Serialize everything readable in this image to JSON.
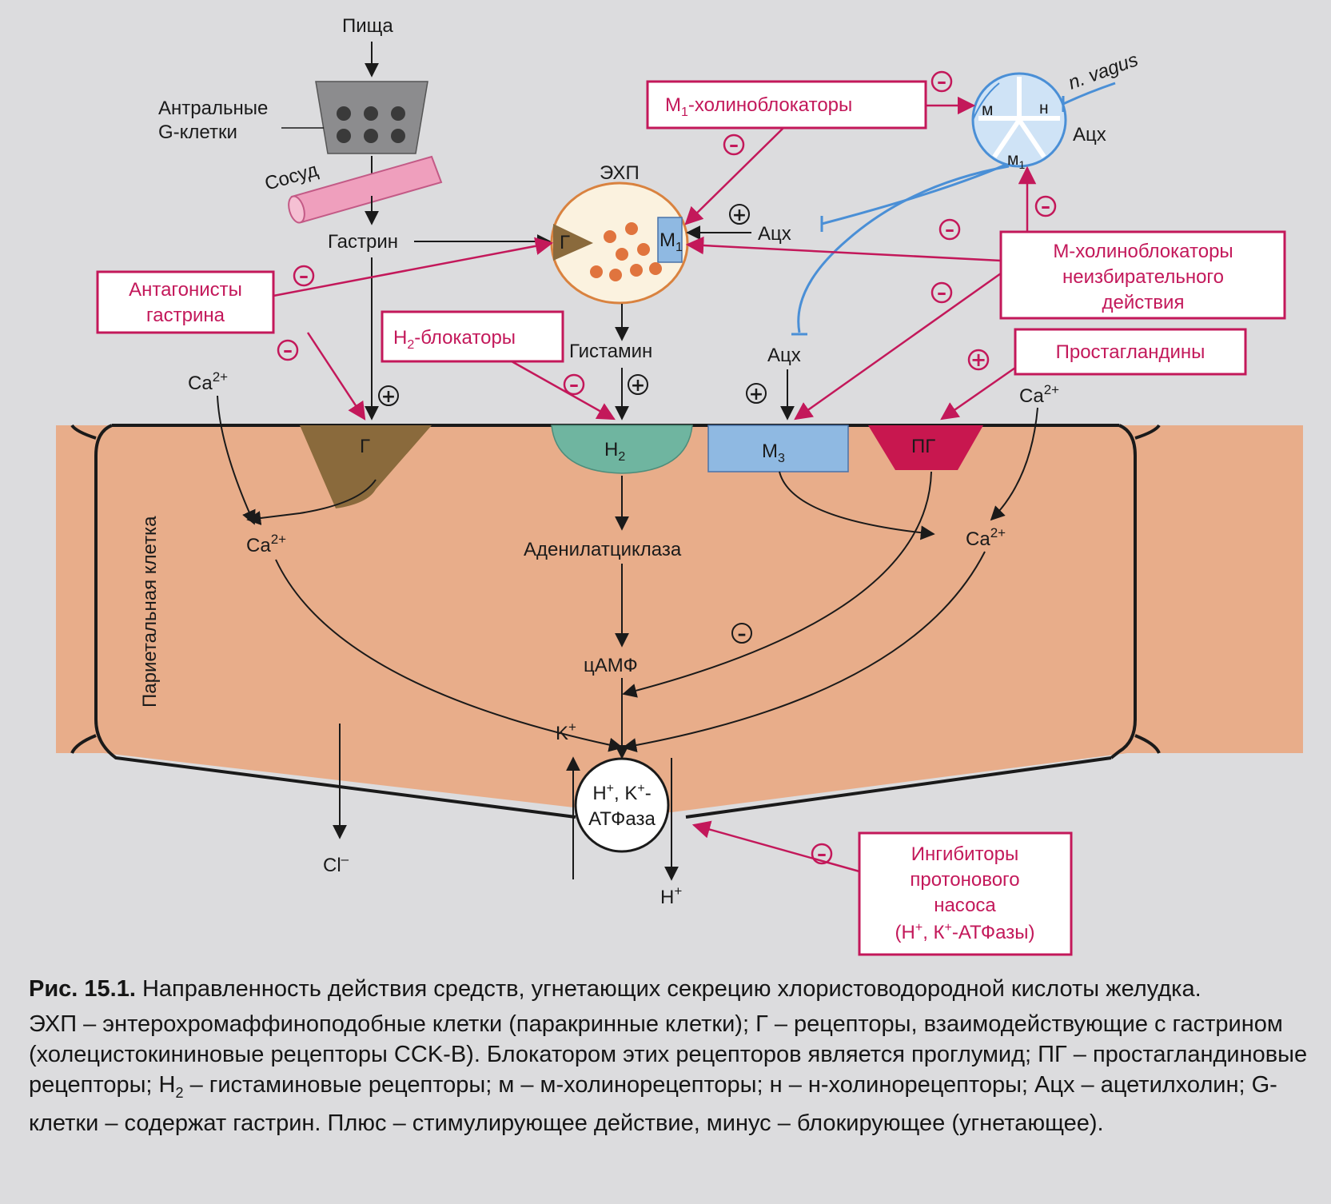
{
  "labels": {
    "food": "Пища",
    "antral_cells": [
      "Антральные",
      "G-клетки"
    ],
    "vessel": "Сосуд",
    "gastrin": "Гастрин",
    "ecl": "ЭХП",
    "ecl_g": "Г",
    "ecl_m1": "М",
    "ecl_m1_sub": "1",
    "ach_ecl": "Ацх",
    "ach_neuron": "Ацх",
    "ach_lower": "Ацх",
    "n_vagus": "n. vagus",
    "neuron_m": "м",
    "neuron_n": "н",
    "neuron_m1": "м",
    "neuron_m1_sub": "1",
    "histamine": "Гистамин",
    "ca_left_top": "Ca",
    "ca_right_top": "Ca",
    "ca_left_in": "Ca",
    "ca_right_in": "Ca",
    "ca_sup": "2+",
    "receptor_g": "Г",
    "receptor_h2": "Н",
    "receptor_h2_sub": "2",
    "receptor_m3": "М",
    "receptor_m3_sub": "3",
    "receptor_pg": "ПГ",
    "adenylate": "Аденилатциклаза",
    "camp": "цАМФ",
    "k_plus": "K",
    "h_plus": "H",
    "plus_sup": "+",
    "cl": "Cl",
    "cl_sup": "–",
    "pump": [
      "H",
      "+",
      ", K",
      "+",
      "-",
      "АТФаза"
    ],
    "parietal": "Париетальная клетка"
  },
  "boxes": {
    "m1_blockers": [
      "М",
      "1",
      "-холиноблокаторы"
    ],
    "gastrin_antagonists": [
      "Антагонисты",
      "гастрина"
    ],
    "h2_blockers": [
      "Н",
      "2",
      "-блокаторы"
    ],
    "m_blockers": [
      "М-холиноблокаторы",
      "неизбирательного",
      "действия"
    ],
    "prostaglandins": "Простагландины",
    "ppi": [
      "Ингибиторы",
      "протонового",
      "насоса",
      "(Н",
      "+",
      ", К",
      "+",
      "-АТФазы)"
    ]
  },
  "signs": {
    "plus": "+",
    "minus": "–"
  },
  "caption": {
    "figure_no": "Рис. 15.1.",
    "title": "Направленность действия средств, угнетающих секрецию хлористоводородной кислоты желудка.",
    "legend_part1": "ЭХП – энтерохромаффиноподобные клетки (паракринные клетки); Г – рецепторы, взаимодействующие с гастрином (холецистокининовые рецепторы CCK-B). Блокатором этих рецепторов является проглумид; ПГ – простагландиновые рецепторы; Н",
    "legend_sub": "2",
    "legend_part2": " – гистаминовые рецепторы; м – м-холинорецепторы; н – н-холинорецепторы; Ацх – ацетилхолин; G-клетки – содержат гастрин. Плюс – стимулирующее действие, минус – блокирующее (угнетающее)."
  },
  "colors": {
    "cell_fill": "#e8ad8a",
    "accent": "#c3185a",
    "nerve": "#4a8fd6",
    "g_receptor": "#8a6a3c",
    "h2_receptor": "#6fb5a0",
    "m3_receptor": "#8fb9e2",
    "pg_receptor": "#c8174f",
    "ecl_granules": "#e0743e"
  }
}
